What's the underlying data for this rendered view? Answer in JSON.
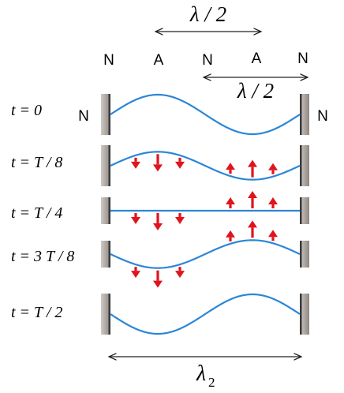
{
  "top_dimension": {
    "label": "λ / 2"
  },
  "mid_dimension": {
    "label": "λ / 2"
  },
  "bottom_dimension": {
    "label_main": "λ",
    "label_sub": "2"
  },
  "node_letters": [
    "N",
    "A",
    "N",
    "A",
    "N"
  ],
  "wall_node_left": "N",
  "wall_node_right": "N",
  "rows": [
    {
      "time_label": "t = 0",
      "amplitude": 1.0
    },
    {
      "time_label": "t = T / 8",
      "amplitude": 0.707
    },
    {
      "time_label": "t = T / 4",
      "amplitude": 0.0
    },
    {
      "time_label": "t = 3 T / 8",
      "amplitude": -0.707
    },
    {
      "time_label": "t = T / 2",
      "amplitude": -1.0
    }
  ],
  "colors": {
    "wave": "#2b86d6",
    "arrow": "#e0141c",
    "wall_dark": "#3a3a3a",
    "wall_light": "#b8b2ae",
    "text": "#111111",
    "dimension_line": "#222222"
  }
}
